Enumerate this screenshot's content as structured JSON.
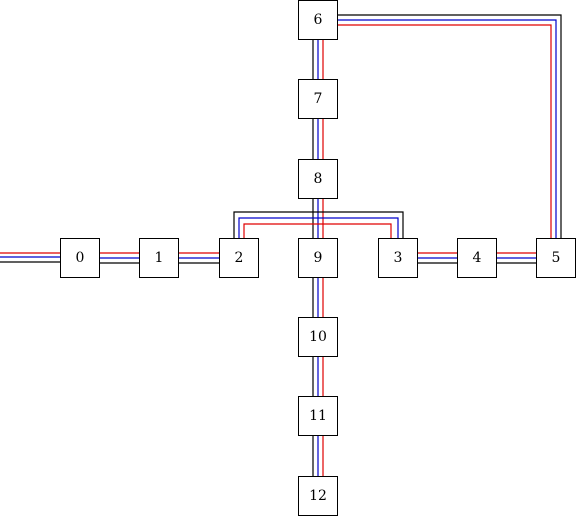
{
  "colors": {
    "black_line": "#000000",
    "blue_line": "#0000cc",
    "red_line": "#e00000",
    "node_fill": "#ffffff",
    "node_border": "#000000"
  },
  "nodes": [
    {
      "id": "0",
      "label": "0"
    },
    {
      "id": "1",
      "label": "1"
    },
    {
      "id": "2",
      "label": "2"
    },
    {
      "id": "3",
      "label": "3"
    },
    {
      "id": "4",
      "label": "4"
    },
    {
      "id": "5",
      "label": "5"
    },
    {
      "id": "6",
      "label": "6"
    },
    {
      "id": "7",
      "label": "7"
    },
    {
      "id": "8",
      "label": "8"
    },
    {
      "id": "9",
      "label": "9"
    },
    {
      "id": "10",
      "label": "10"
    },
    {
      "id": "11",
      "label": "11"
    },
    {
      "id": "12",
      "label": "12"
    }
  ],
  "connections": [
    {
      "from": "in",
      "to": "0"
    },
    {
      "from": "0",
      "to": "1"
    },
    {
      "from": "1",
      "to": "2"
    },
    {
      "from": "3",
      "to": "4"
    },
    {
      "from": "4",
      "to": "5"
    },
    {
      "from": "5",
      "to": "6"
    },
    {
      "from": "6",
      "to": "7"
    },
    {
      "from": "7",
      "to": "8"
    },
    {
      "from": "8",
      "to": "9"
    },
    {
      "from": "9",
      "to": "10"
    },
    {
      "from": "10",
      "to": "11"
    },
    {
      "from": "11",
      "to": "12"
    },
    {
      "from": "2",
      "to": "3"
    }
  ]
}
